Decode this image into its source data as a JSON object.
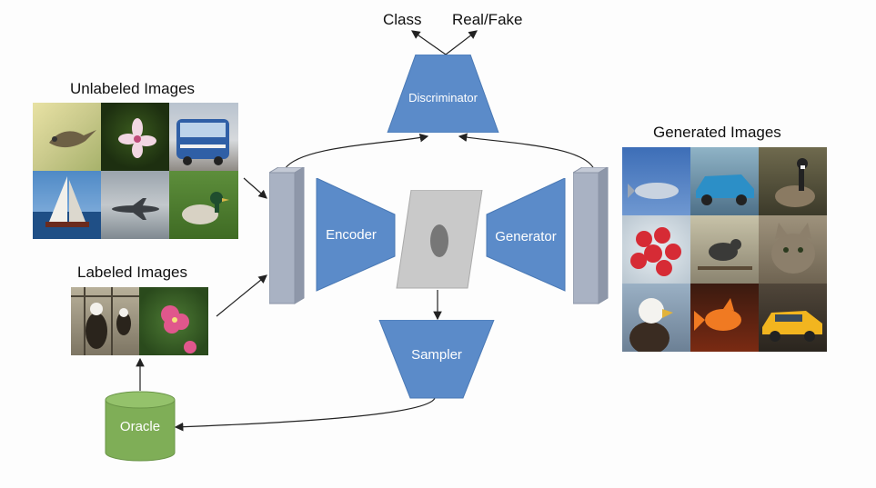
{
  "outputs": {
    "class_label": "Class",
    "realfake_label": "Real/Fake"
  },
  "discriminator": {
    "label": "Discriminator"
  },
  "encoder": {
    "label": "Encoder"
  },
  "generator": {
    "label": "Generator"
  },
  "sampler": {
    "label": "Sampler"
  },
  "oracle": {
    "label": "Oracle"
  },
  "unlabeled": {
    "title": "Unlabeled Images",
    "images": [
      "hummingbird",
      "flower",
      "bus",
      "sailboat",
      "airplane",
      "duck"
    ]
  },
  "labeled": {
    "title": "Labeled Images",
    "images": [
      "eagle",
      "hibiscus-flower"
    ]
  },
  "generated": {
    "title": "Generated Images",
    "images": [
      "airship",
      "car",
      "goose",
      "strawberries",
      "bird",
      "cat",
      "eagle",
      "goldfish",
      "taxi"
    ]
  },
  "colors": {
    "blue_shape": "#5b8bc9",
    "green_oracle": "#7fae57",
    "bar_gray": "#aab2c2",
    "latent_gray": "#c8c8c8"
  }
}
